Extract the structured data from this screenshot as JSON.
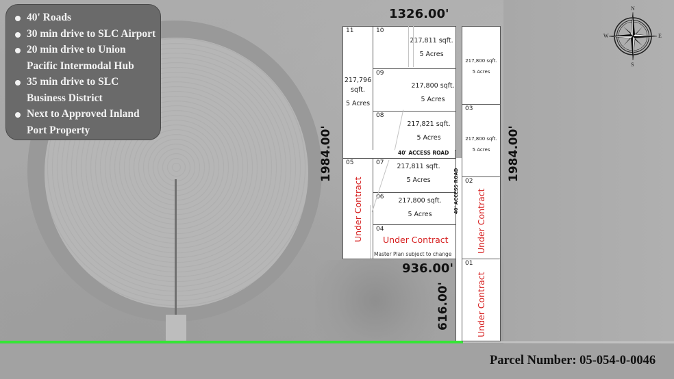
{
  "info_box": {
    "items": [
      {
        "line1": "40' Roads",
        "line2": ""
      },
      {
        "line1": "30 min drive to SLC Airport",
        "line2": ""
      },
      {
        "line1": "20 min drive to Union",
        "line2": "Pacific Intermodal Hub"
      },
      {
        "line1": "35 min drive to SLC",
        "line2": "Business District"
      },
      {
        "line1": "Next to Approved Inland",
        "line2": "Port Property"
      }
    ]
  },
  "compass": {
    "n": "N",
    "s": "S",
    "e": "E",
    "w": "W"
  },
  "dimensions": {
    "top": "1326.00'",
    "left": "1984.00'",
    "right": "1984.00'",
    "bottom_left": "936.00'",
    "bottom_right": "616.00'"
  },
  "roads": {
    "horizontal": "40' ACCESS ROAD",
    "vertical": "40' ACCESS ROAD"
  },
  "lots": {
    "l11": {
      "number": "11",
      "sqft": "217,796",
      "sqft_unit": "sqft.",
      "acres": "5 Acres"
    },
    "l10": {
      "number": "10",
      "sqft": "217,811 sqft.",
      "acres": "5 Acres"
    },
    "l09": {
      "number": "09",
      "sqft": "217,800 sqft.",
      "acres": "5 Acres"
    },
    "l08": {
      "number": "08",
      "sqft": "217,821 sqft.",
      "acres": "5 Acres"
    },
    "l07": {
      "number": "07",
      "sqft": "217,811 sqft.",
      "acres": "5 Acres"
    },
    "l06": {
      "number": "06",
      "sqft": "217,800 sqft.",
      "acres": "5 Acres"
    },
    "l05": {
      "number": "05",
      "status": "Under Contract"
    },
    "l04": {
      "number": "04",
      "status": "Under Contract"
    },
    "lnorth": {
      "number": "",
      "sqft": "217,800 sqft.",
      "acres": "5 Acres"
    },
    "l03": {
      "number": "03",
      "sqft": "217,800 sqft.",
      "acres": "5 Acres"
    },
    "l02": {
      "number": "02",
      "status": "Under Contract"
    },
    "l01": {
      "number": "01",
      "status": "Under Contract"
    }
  },
  "master_plan_note": "Master Plan subject to change",
  "parcel_number": "Parcel Number: 05-054-0-0046",
  "colors": {
    "under_contract": "#d61f1f",
    "road_highlight": "#35e635",
    "info_box_bg": "#6a6a6a"
  }
}
